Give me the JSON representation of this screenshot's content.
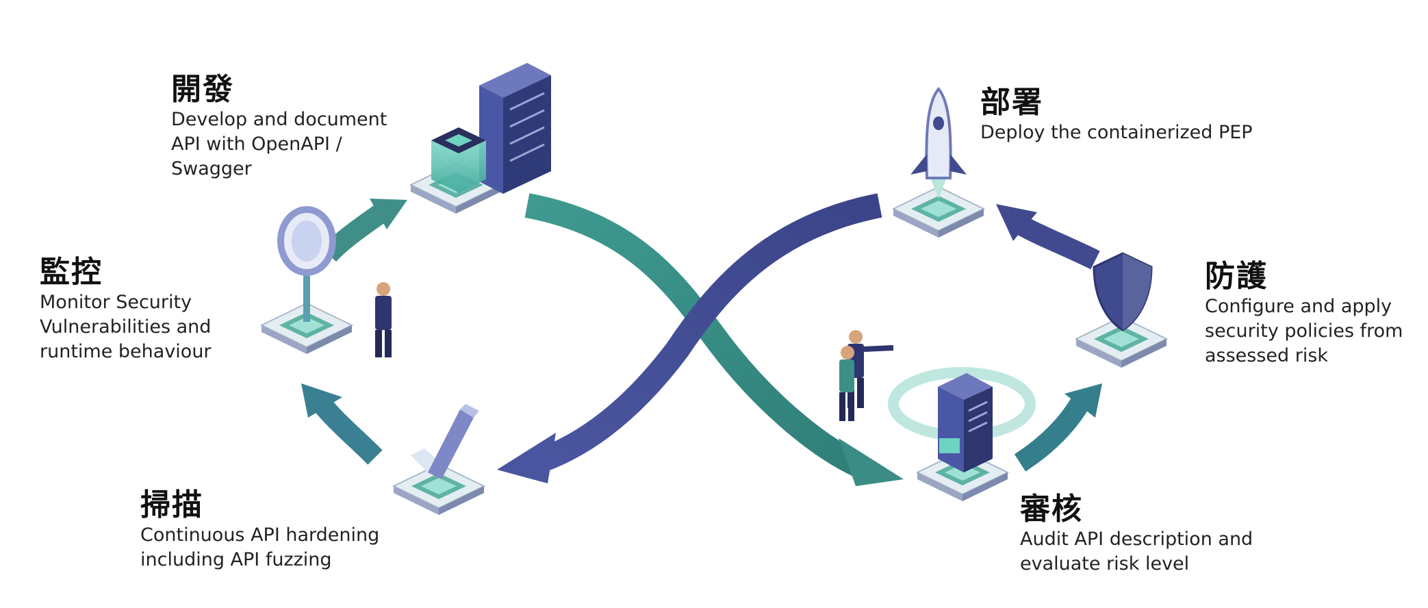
{
  "stages": {
    "develop": {
      "title": "開發",
      "lines": [
        "Develop and document",
        "API with OpenAPI /",
        "Swagger"
      ]
    },
    "monitor": {
      "title": "監控",
      "lines": [
        "Monitor Security",
        "Vulnerabilities and",
        "runtime behaviour"
      ]
    },
    "scan": {
      "title": "掃描",
      "lines": [
        "Continuous API hardening",
        "including API fuzzing"
      ]
    },
    "deploy": {
      "title": "部署",
      "lines": [
        "Deploy the containerized PEP"
      ]
    },
    "protect": {
      "title": "防護",
      "lines": [
        "Configure and apply",
        "security policies from",
        "assessed risk"
      ]
    },
    "audit": {
      "title": "審核",
      "lines": [
        "Audit API description and",
        "evaluate risk level"
      ]
    }
  },
  "colors": {
    "teal": "#3d8f86",
    "teal_light": "#5cb8a8",
    "navy": "#3f4a8f",
    "navy_dark": "#2e356f",
    "platform": "#cfe7e4",
    "cube": "#6fd3c2"
  }
}
